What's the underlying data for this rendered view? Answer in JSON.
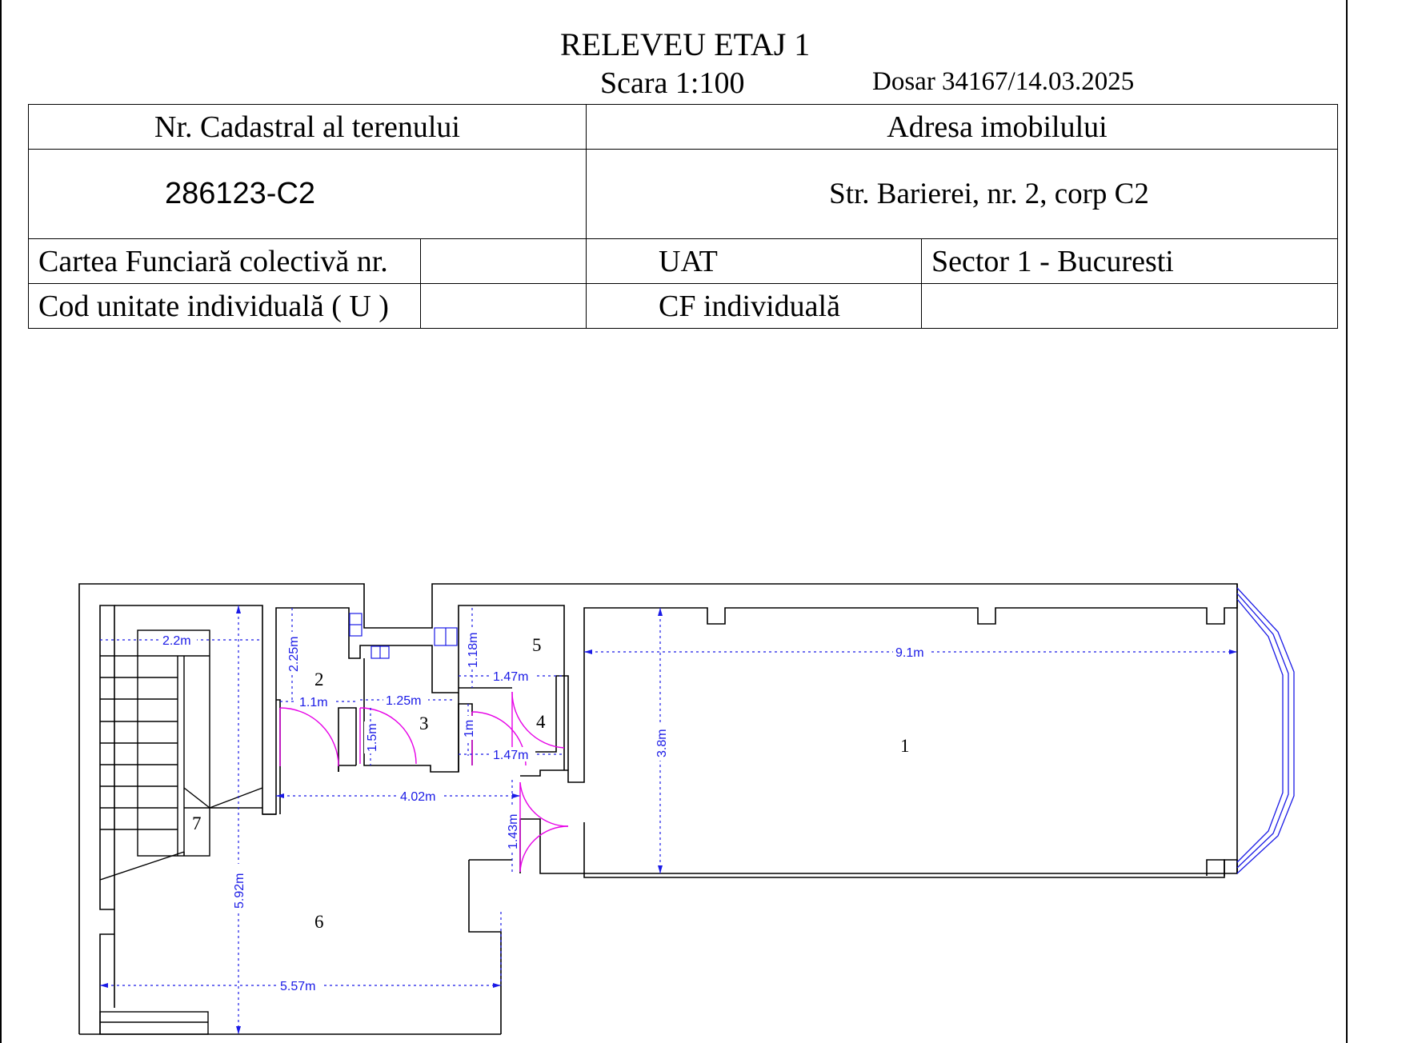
{
  "header": {
    "title": "RELEVEU ETAJ 1",
    "scale": "Scara 1:100",
    "dosar": "Dosar 34167/14.03.2025"
  },
  "table": {
    "cadastral_label": "Nr. Cadastral al terenului",
    "address_label": "Adresa imobilului",
    "cadastral_number": "286123-C2",
    "address_value": "Str. Barierei, nr. 2, corp C2",
    "cf_colectiva_label": "Cartea Funciară colectivă nr.",
    "cf_colectiva_value": "",
    "uat_label": "UAT",
    "uat_value": "Sector 1 - Bucuresti",
    "cod_unitate_label": "Cod unitate individuală ( U )",
    "cod_unitate_value": "",
    "cf_individuala_label": "CF individuală",
    "cf_individuala_value": ""
  },
  "plan": {
    "rooms": [
      "1",
      "2",
      "3",
      "4",
      "5",
      "6",
      "7"
    ],
    "dimensions": [
      "9.1m",
      "3.8m",
      "2.2m",
      "2.25m",
      "1.1m",
      "1.25m",
      "1.5m",
      "1.18m",
      "1.47m",
      "1m",
      "1.47m",
      "4.02m",
      "1.43m",
      "5.92m",
      "5.57m"
    ],
    "colors": {
      "walls": "#000000",
      "dimensions": "#1a1ae6",
      "doors": "#e600e6",
      "window": "#1a1ae6"
    }
  }
}
